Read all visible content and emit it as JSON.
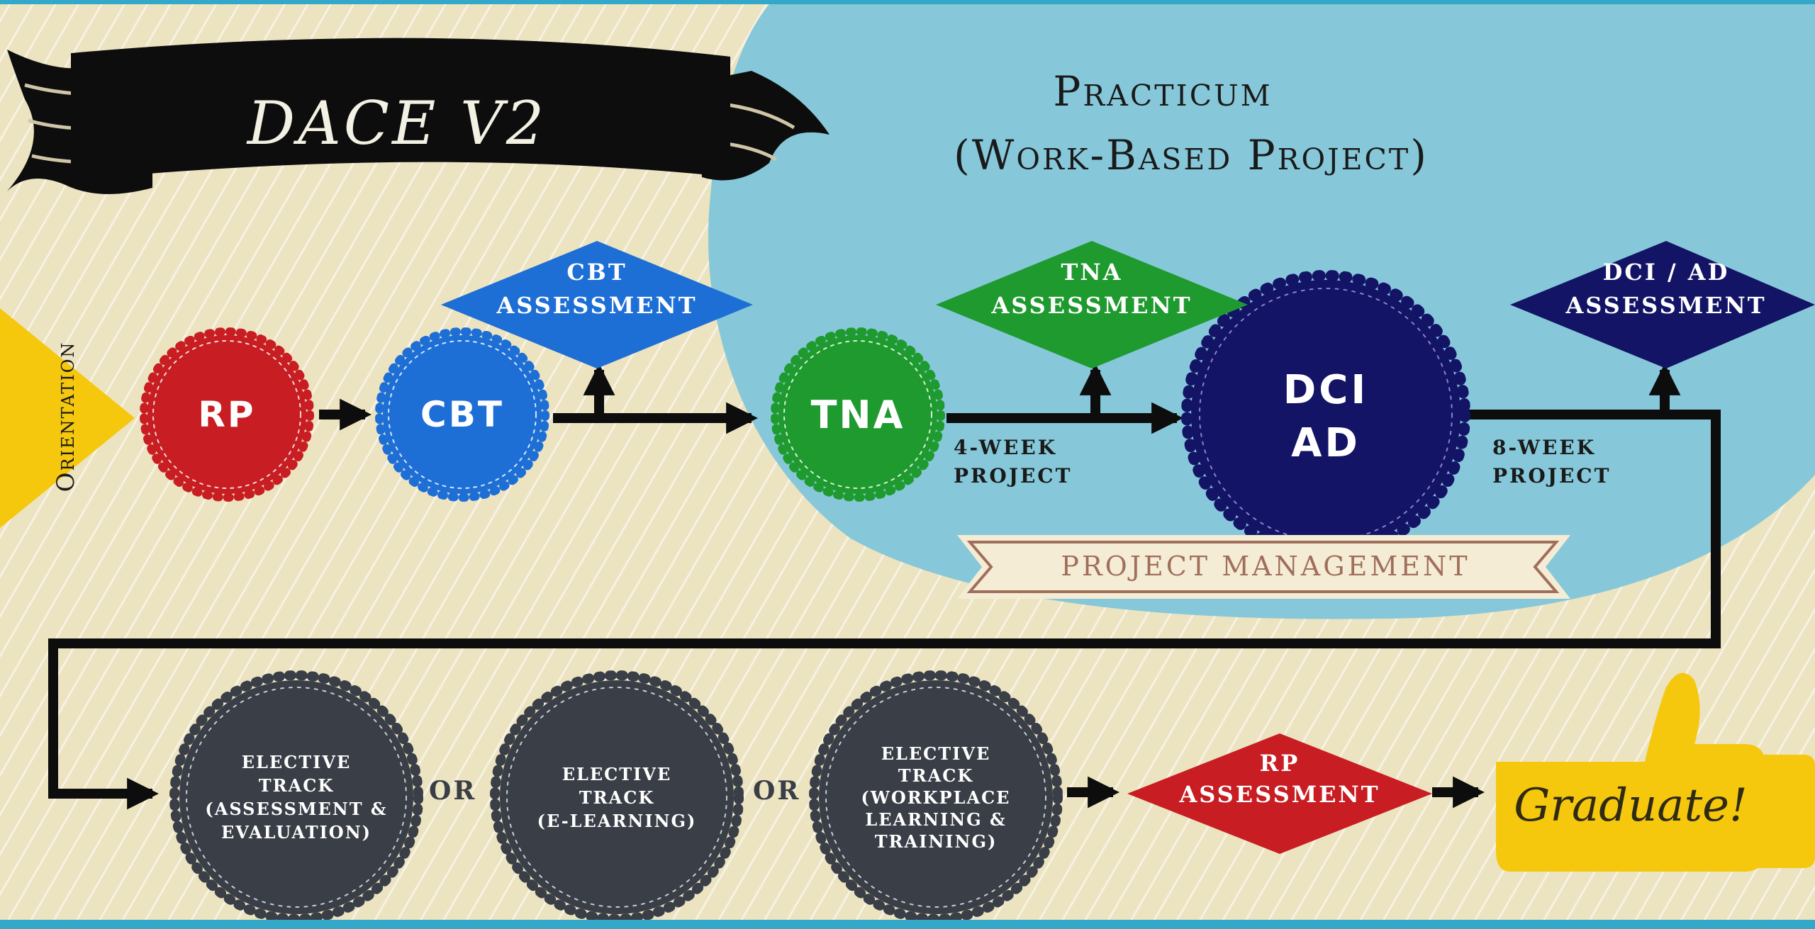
{
  "colors": {
    "background": "#ece3c0",
    "practicum_blob": "#86c8d9",
    "red": "#c81d22",
    "blue": "#1d6fd6",
    "green": "#1f9a2f",
    "navy": "#141466",
    "dark_gray": "#393e47",
    "yellow": "#f5c70d",
    "black": "#0d0d0d",
    "cream": "#f5ecd6",
    "brown_text": "#a06f5b"
  },
  "banner": {
    "title": "DACE V2"
  },
  "practicum": {
    "line1": "Practicum",
    "line2": "(Work-Based Project)"
  },
  "orientation": {
    "label": "Orientation"
  },
  "nodes": {
    "rp": "RP",
    "cbt": "CBT",
    "tna": "TNA",
    "dci_line1": "DCI",
    "dci_line2": "AD"
  },
  "assessments": {
    "cbt": {
      "line1": "CBT",
      "line2": "ASSESSMENT"
    },
    "tna": {
      "line1": "TNA",
      "line2": "ASSESSMENT"
    },
    "dci": {
      "line1": "DCI / AD",
      "line2": "ASSESSMENT"
    },
    "rp": {
      "line1": "RP",
      "line2": "ASSESSMENT"
    }
  },
  "notes": {
    "four_week_line1": "4-WEEK",
    "four_week_line2": "PROJECT",
    "eight_week_line1": "8-WEEK",
    "eight_week_line2": "PROJECT"
  },
  "project_management": {
    "label": "PROJECT MANAGEMENT"
  },
  "electives": [
    {
      "text": "ELECTIVE\nTRACK\n(ASSESSMENT &\nEVALUATION)"
    },
    {
      "text": "ELECTIVE\nTRACK\n(E-LEARNING)"
    },
    {
      "text": "ELECTIVE\nTRACK\n(WORKPLACE\nLEARNING &\nTRAINING)"
    }
  ],
  "or_labels": [
    "OR",
    "OR"
  ],
  "graduate": {
    "label": "Graduate!"
  }
}
